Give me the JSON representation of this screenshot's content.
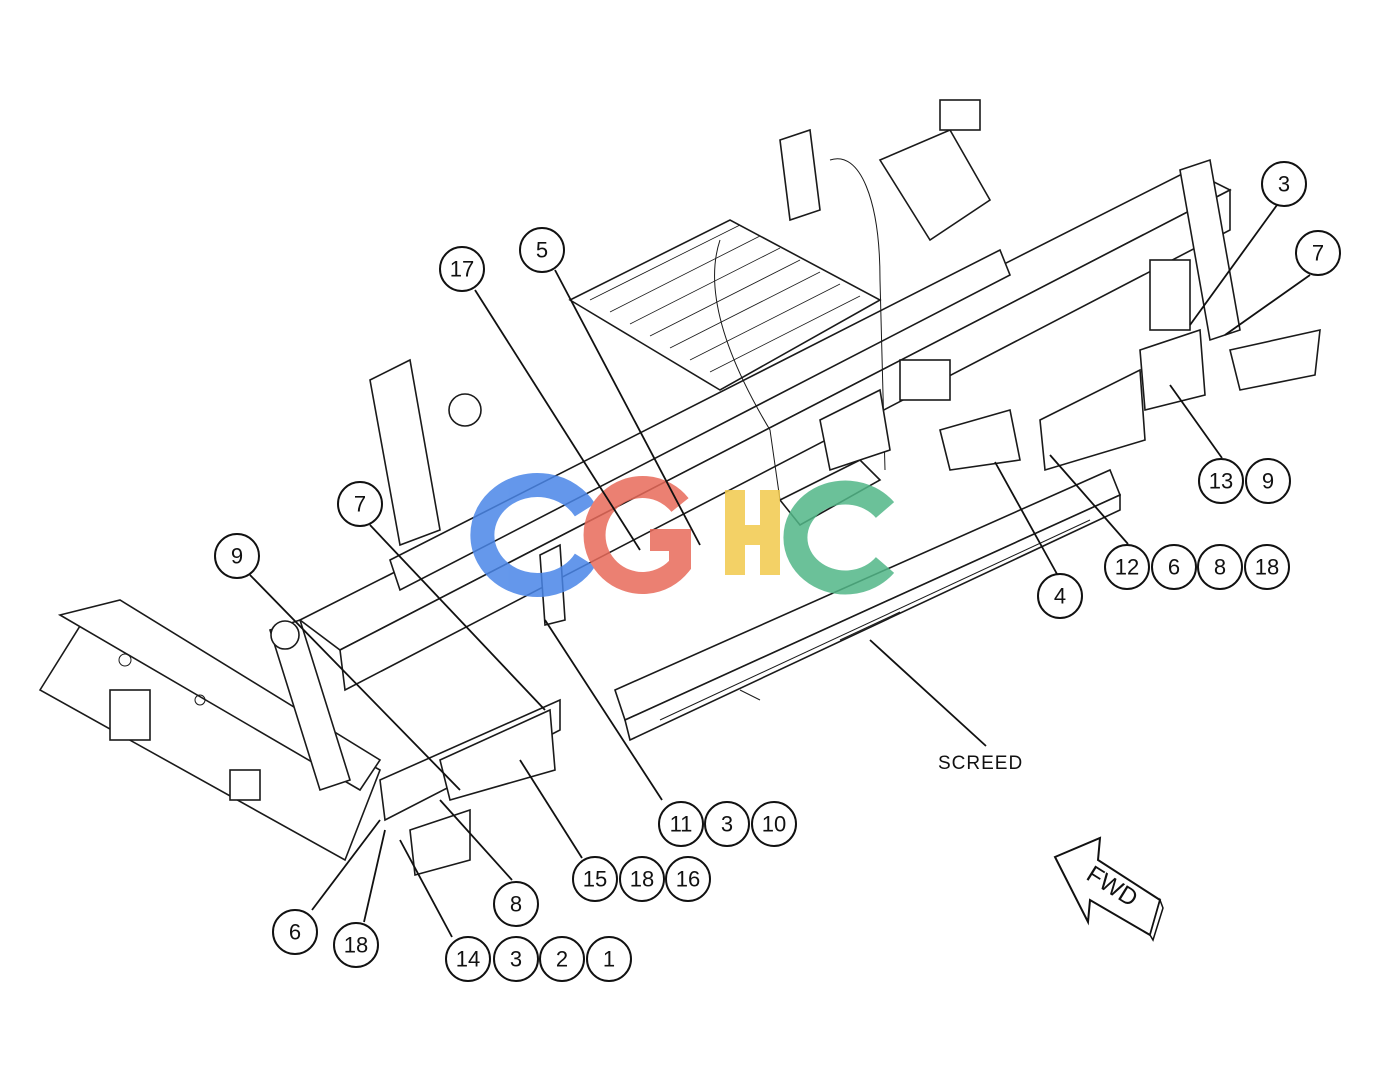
{
  "diagram": {
    "callouts": [
      "3",
      "7",
      "5",
      "17",
      "13",
      "9",
      "12",
      "6",
      "8",
      "18",
      "4",
      "7",
      "9",
      "11",
      "3",
      "10",
      "15",
      "18",
      "16",
      "6",
      "8",
      "18",
      "14",
      "3",
      "2",
      "1"
    ],
    "screed_label": "SCREED",
    "fwd_label": "FWD"
  },
  "watermark": {
    "text": "CGHC",
    "colors": [
      "#4a86e8",
      "#e86a5a",
      "#f2c94c",
      "#52b788"
    ]
  },
  "colors": {
    "line": "#111111",
    "background": "#ffffff"
  }
}
